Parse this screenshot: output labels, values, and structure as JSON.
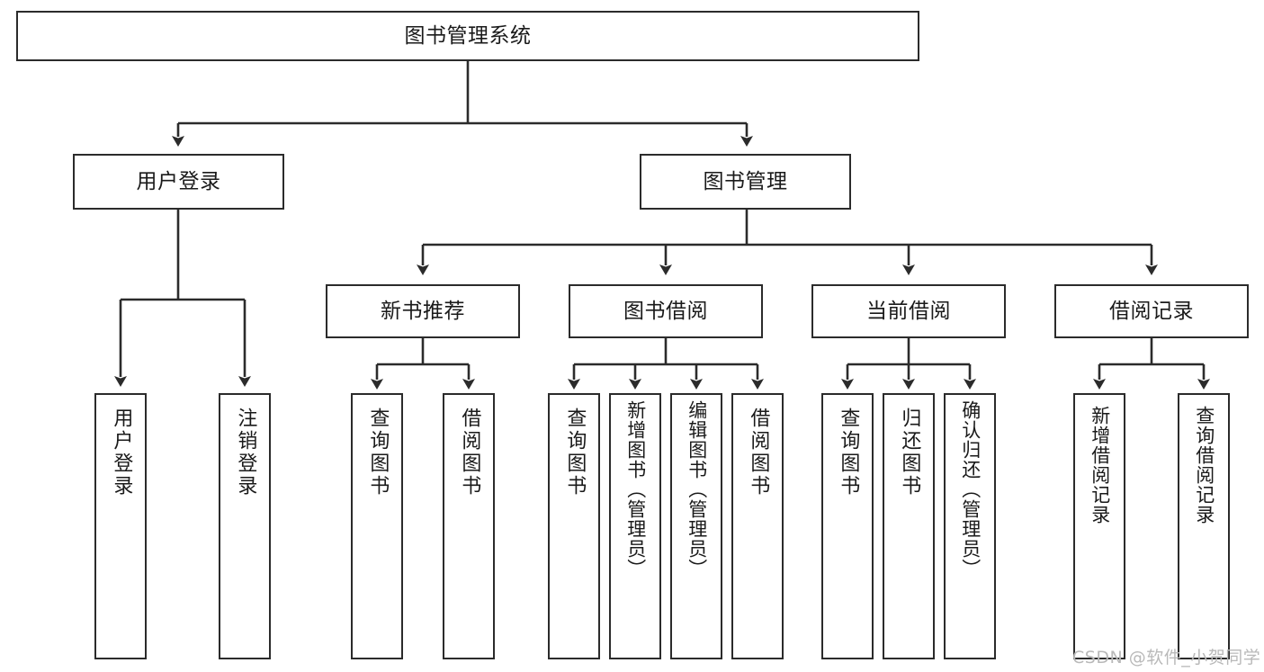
{
  "diagram": {
    "title": "图书管理系统",
    "type": "tree",
    "root": {
      "id": "root",
      "label": "图书管理系统"
    },
    "level2": [
      {
        "id": "user-login",
        "label": "用户登录"
      },
      {
        "id": "book-manage",
        "label": "图书管理"
      }
    ],
    "level3": [
      {
        "id": "new-book-recommend",
        "label": "新书推荐",
        "parent": "book-manage"
      },
      {
        "id": "book-borrow",
        "label": "图书借阅",
        "parent": "book-manage"
      },
      {
        "id": "current-borrow",
        "label": "当前借阅",
        "parent": "book-manage"
      },
      {
        "id": "borrow-record",
        "label": "借阅记录",
        "parent": "book-manage"
      }
    ],
    "leaves": [
      {
        "id": "leaf-user-login",
        "label": "用户登录",
        "parent": "user-login"
      },
      {
        "id": "leaf-logout-login",
        "label": "注销登录",
        "parent": "user-login"
      },
      {
        "id": "leaf-query-book-1",
        "label": "查询图书",
        "parent": "new-book-recommend"
      },
      {
        "id": "leaf-borrow-book-1",
        "label": "借阅图书",
        "parent": "new-book-recommend"
      },
      {
        "id": "leaf-query-book-2",
        "label": "查询图书",
        "parent": "book-borrow"
      },
      {
        "id": "leaf-add-book",
        "label": "新增图书（管理员）",
        "parent": "book-borrow"
      },
      {
        "id": "leaf-edit-book",
        "label": "编辑图书（管理员）",
        "parent": "book-borrow"
      },
      {
        "id": "leaf-borrow-book-2",
        "label": "借阅图书",
        "parent": "book-borrow"
      },
      {
        "id": "leaf-query-book-3",
        "label": "查询图书",
        "parent": "current-borrow"
      },
      {
        "id": "leaf-return-book",
        "label": "归还图书",
        "parent": "current-borrow"
      },
      {
        "id": "leaf-confirm-return",
        "label": "确认归还（管理员）",
        "parent": "current-borrow"
      },
      {
        "id": "leaf-add-record",
        "label": "新增借阅记录",
        "parent": "borrow-record"
      },
      {
        "id": "leaf-query-record",
        "label": "查询借阅记录",
        "parent": "borrow-record"
      }
    ],
    "colors": {
      "stroke": "#2b2b2b",
      "background": "#ffffff",
      "text": "#1a1a1a",
      "watermark": "#b9b9b9"
    }
  },
  "watermark": {
    "text": "CSDN @软件_小贺同学"
  }
}
